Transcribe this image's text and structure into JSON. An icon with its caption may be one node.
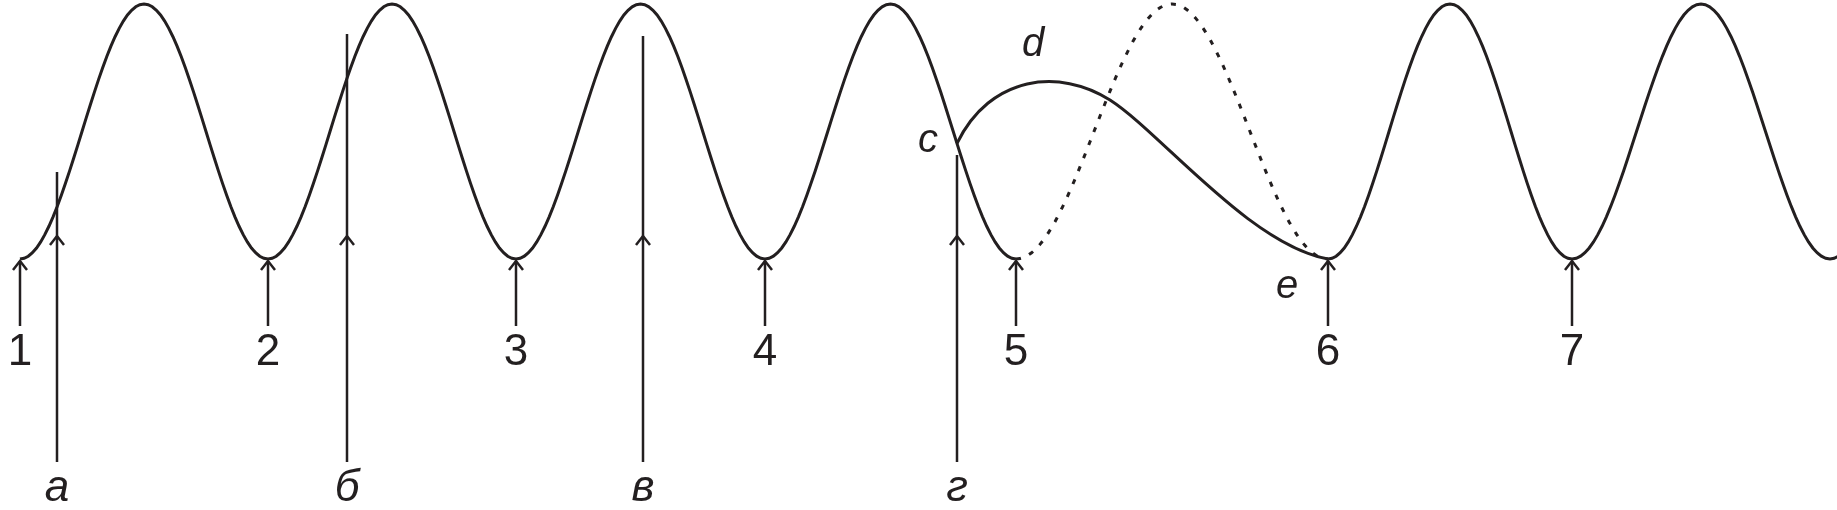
{
  "diagram": {
    "nodes": [
      {
        "text": [
          "1"
        ]
      },
      {
        "text": [
          "2"
        ]
      },
      {
        "text": [
          "3"
        ]
      },
      {
        "text": [
          "4"
        ]
      },
      {
        "text": [
          "5"
        ]
      },
      {
        "text": [
          "6"
        ]
      },
      {
        "text": [
          "7"
        ]
      },
      {
        "text": [
          "а"
        ]
      },
      {
        "text": [
          "б"
        ]
      },
      {
        "text": [
          "в"
        ]
      },
      {
        "text": [
          "г"
        ]
      }
    ],
    "edges": [
      {
        "from": 0,
        "to": null,
        "arrow": "to"
      },
      {
        "from": 1,
        "to": null,
        "arrow": "to"
      },
      {
        "from": 2,
        "to": null,
        "arrow": "to"
      },
      {
        "from": 3,
        "to": null,
        "arrow": "to"
      },
      {
        "from": 4,
        "to": null,
        "arrow": "to"
      },
      {
        "from": 5,
        "to": null,
        "arrow": "to"
      },
      {
        "from": 6,
        "to": null,
        "arrow": "to"
      },
      {
        "from": 7,
        "to": null,
        "arrow": "to"
      },
      {
        "from": 8,
        "to": null,
        "arrow": "to"
      },
      {
        "from": 9,
        "to": null,
        "arrow": "to"
      },
      {
        "from": 10,
        "to": null,
        "arrow": "to"
      }
    ],
    "labels": [
      "d",
      "c",
      "e"
    ]
  }
}
